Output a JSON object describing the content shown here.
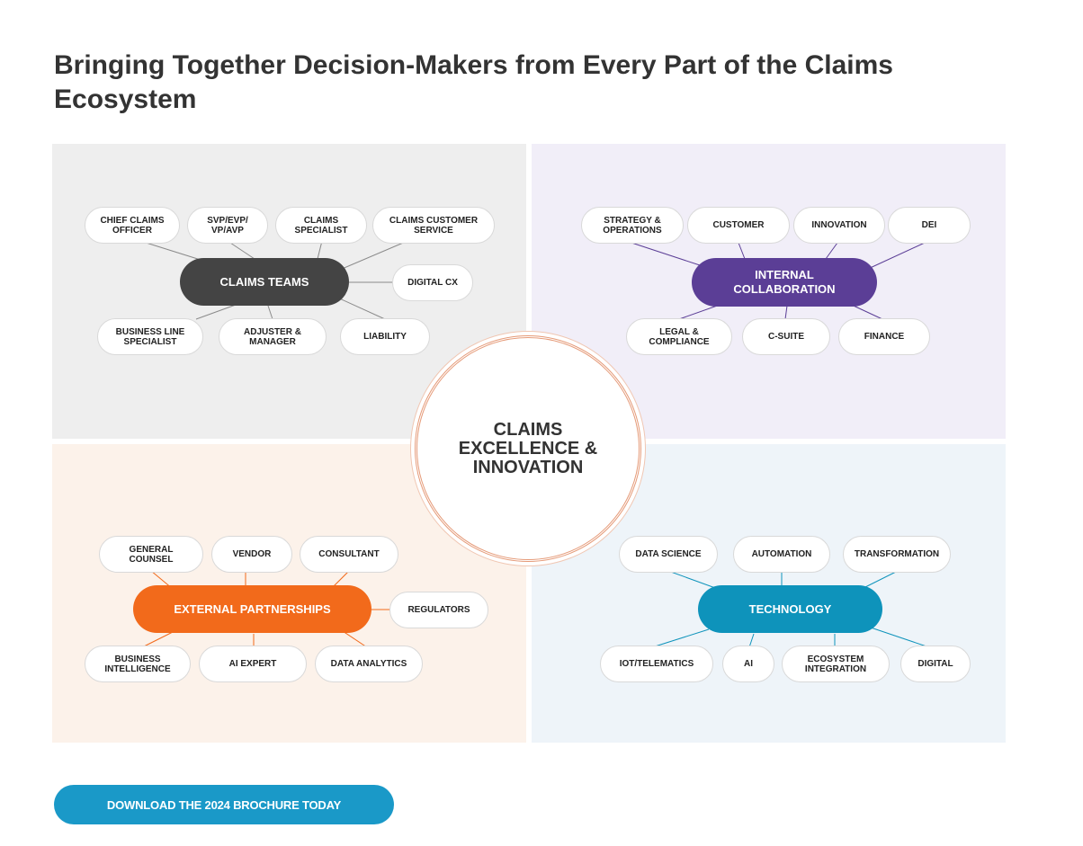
{
  "page": {
    "title": "Bringing Together Decision-Makers from Every Part of the Claims Ecosystem",
    "cta_label": "DOWNLOAD THE 2024 BROCHURE TODAY"
  },
  "diagram": {
    "center": "CLAIMS\nEXCELLENCE &\nINNOVATION",
    "claims_teams": {
      "hub": "CLAIMS TEAMS",
      "color": "#444444",
      "nodes": [
        "CHIEF CLAIMS\nOFFICER",
        "SVP/EVP/\nVP/AVP",
        "CLAIMS\nSPECIALIST",
        "CLAIMS CUSTOMER\nSERVICE",
        "DIGITAL CX",
        "BUSINESS LINE\nSPECIALIST",
        "ADJUSTER &\nMANAGER",
        "LIABILITY"
      ]
    },
    "internal_collaboration": {
      "hub": "INTERNAL\nCOLLABORATION",
      "color": "#5b3e96",
      "nodes": [
        "STRATEGY &\nOPERATIONS",
        "CUSTOMER",
        "INNOVATION",
        "DEI",
        "LEGAL &\nCOMPLIANCE",
        "C-SUITE",
        "FINANCE"
      ]
    },
    "external_partnerships": {
      "hub": "EXTERNAL PARTNERSHIPS",
      "color": "#f26a1b",
      "nodes": [
        "GENERAL\nCOUNSEL",
        "VENDOR",
        "CONSULTANT",
        "REGULATORS",
        "BUSINESS\nINTELLIGENCE",
        "AI EXPERT",
        "DATA ANALYTICS"
      ]
    },
    "technology": {
      "hub": "TECHNOLOGY",
      "color": "#0e93bb",
      "nodes": [
        "DATA SCIENCE",
        "AUTOMATION",
        "TRANSFORMATION",
        "IOT/TELEMATICS",
        "AI",
        "ECOSYSTEM\nINTEGRATION",
        "DIGITAL"
      ]
    }
  }
}
